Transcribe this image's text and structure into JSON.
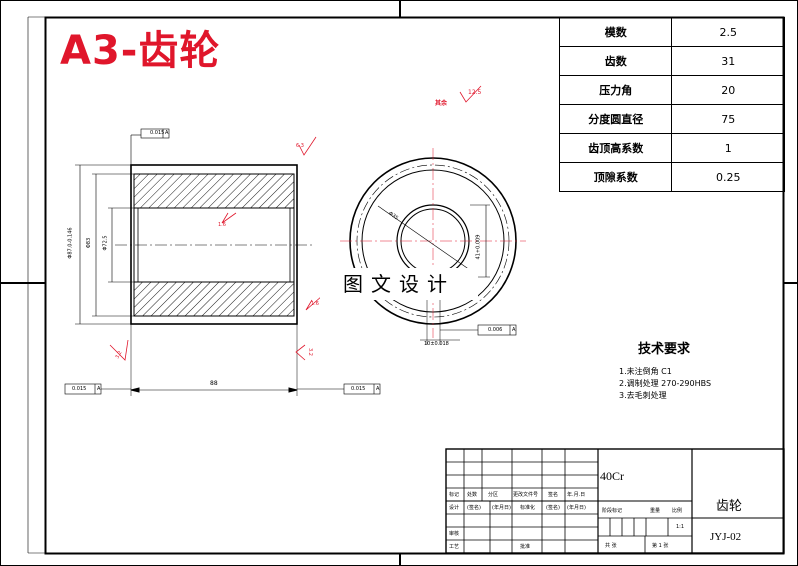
{
  "sheet": {
    "title": "A3-齿轮"
  },
  "parameters": [
    {
      "label": "模数",
      "value": "2.5"
    },
    {
      "label": "齿数",
      "value": "31"
    },
    {
      "label": "压力角",
      "value": "20"
    },
    {
      "label": "分度圆直径",
      "value": "75"
    },
    {
      "label": "齿顶高系数",
      "value": "1"
    },
    {
      "label": "顶隙系数",
      "value": "0.25"
    }
  ],
  "watermark": "图文设计",
  "tech_requirements": {
    "title": "技术要求",
    "items": [
      "1.未注倒角 C1",
      "2.调制处理 270-290HBS",
      "3.去毛刺处理"
    ]
  },
  "annotations": {
    "tol_top": "0.015",
    "tol_top_datum": "A",
    "tol_left": "0.015",
    "tol_left_datum": "A",
    "tol_right": "0.015",
    "tol_right_datum": "A",
    "flat_tol": "0.006",
    "flat_datum": "A",
    "length_dim": "88",
    "dia_outer": "Φ87.0-0.146",
    "dia_mid": "Φ83",
    "dia_root": "Φ72.5",
    "rough_63": "6.3",
    "rough_16a": "1.6",
    "rough_16b": "1.6",
    "rough_32a": "3.2",
    "rough_32b": "3.2",
    "rough_125": "12.5",
    "rest_label": "其余",
    "bore_dia": "Φ35",
    "keyway_depth": "41+0.009",
    "keyway_width": "10±0.018"
  },
  "title_block": {
    "material": "40Cr",
    "part_name": "齿轮",
    "drawing_no": "JYJ-02",
    "scale": "1:1",
    "row_labels_1": [
      "标记",
      "处数",
      "分区",
      "更改文件号",
      "签名",
      "年.月.日"
    ],
    "row_labels_2": [
      "设计",
      "(签名)",
      "(年月日)",
      "标准化",
      "(签名)",
      "(年月日)"
    ],
    "row_labels_3": [
      "审核",
      "工艺",
      "批准"
    ],
    "stage_labels": [
      "阶段标记",
      "重量",
      "比例"
    ],
    "sheet_info": [
      "共 张",
      "第 1 张"
    ]
  }
}
